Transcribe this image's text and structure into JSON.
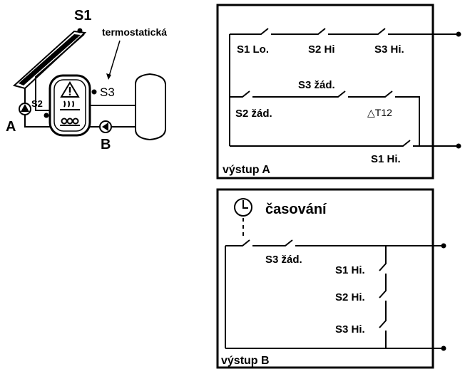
{
  "schematic": {
    "sensor_s1": "S1",
    "sensor_s2": "S2",
    "sensor_s3": "S3",
    "pump_a": "A",
    "pump_b": "B",
    "thermostatic_label": "termostatická"
  },
  "output_a": {
    "title": "výstup A",
    "contact_s1_lo": "S1 Lo.",
    "contact_s2_hi": "S2 Hi",
    "contact_s3_hi": "S3 Hi.",
    "contact_s3_req": "S3 žád.",
    "contact_s2_req": "S2 žád.",
    "contact_dt12": "△T12",
    "contact_s1_hi": "S1 Hi."
  },
  "output_b": {
    "title": "výstup B",
    "timing_label": "časování",
    "contact_s3_req": "S3 žád.",
    "contact_s1_hi": "S1 Hi.",
    "contact_s2_hi": "S2 Hi.",
    "contact_s3_hi": "S3 Hi."
  },
  "colors": {
    "ink": "#000000",
    "background": "#ffffff"
  }
}
